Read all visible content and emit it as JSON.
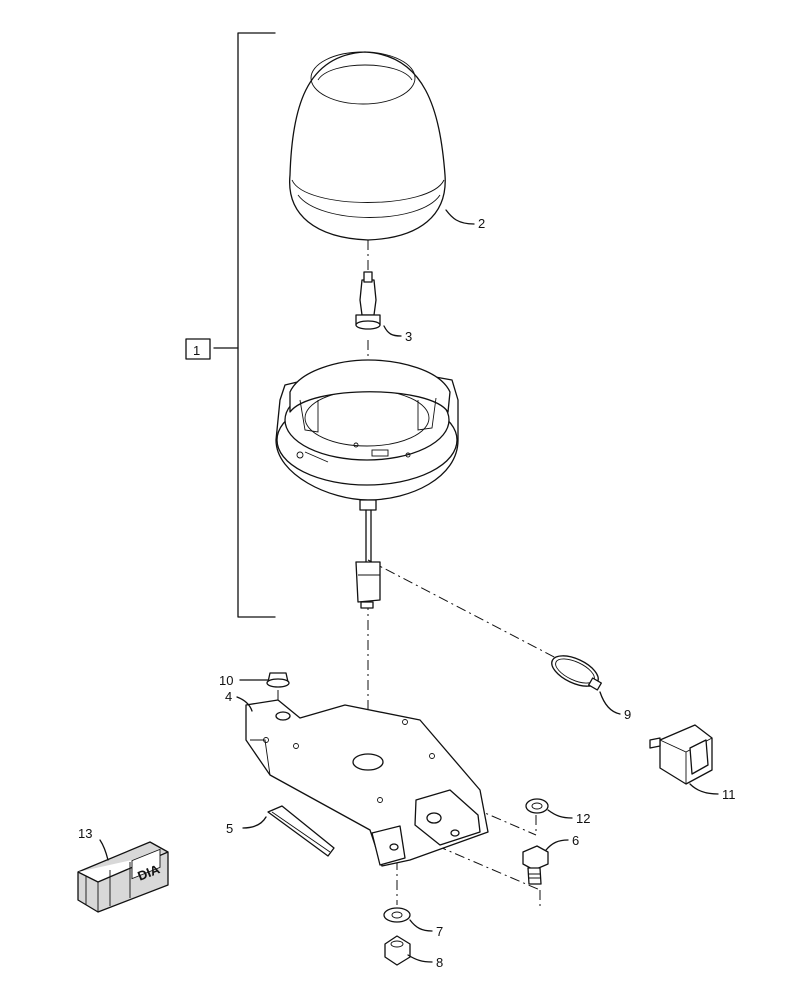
{
  "callouts": {
    "assembly": "1",
    "dome": "2",
    "bulb": "3",
    "bracket": "4",
    "trim_strip": "5",
    "bolt": "6",
    "washer": "7",
    "nut": "8",
    "cable_tie": "9",
    "cap": "10",
    "switch": "11",
    "spacer": "12",
    "kit": "13"
  },
  "kit_box_text": "DIA"
}
